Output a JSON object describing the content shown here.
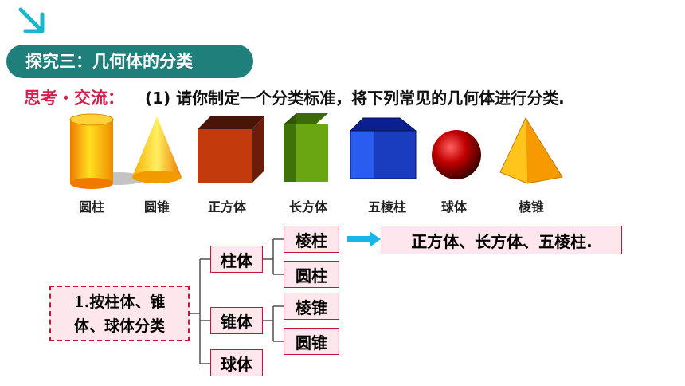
{
  "header": {
    "title": "探究三：几何体的分类"
  },
  "prompt": {
    "label": "思考・交流：",
    "question": "(1) 请你制定一个分类标准，将下列常见的几何体进行分类."
  },
  "shapes": [
    {
      "name": "圆柱",
      "icon": "cylinder-icon"
    },
    {
      "name": "圆锥",
      "icon": "cone-icon"
    },
    {
      "name": "正方体",
      "icon": "cube-icon"
    },
    {
      "name": "长方体",
      "icon": "cuboid-icon"
    },
    {
      "name": "五棱柱",
      "icon": "pentagonal-prism-icon"
    },
    {
      "name": "球体",
      "icon": "sphere-icon"
    },
    {
      "name": "棱锥",
      "icon": "pyramid-icon"
    }
  ],
  "classification": {
    "criterion_line1": "1.按柱体、锥",
    "criterion_line2": "体、球体分类",
    "categories": {
      "prism_like": "柱体",
      "cone_like": "锥体",
      "sphere": "球体"
    },
    "subcategories": {
      "prism": "棱柱",
      "cylinder": "圆柱",
      "pyramid": "棱锥",
      "cone": "圆锥"
    },
    "prism_members": "正方体、长方体、五棱柱."
  },
  "colors": {
    "banner": "#1f7f7a",
    "accent_red": "#d6204f",
    "box_fill": "#fde6ec",
    "box_border": "#c9143a",
    "arrow": "#17b6e8"
  }
}
